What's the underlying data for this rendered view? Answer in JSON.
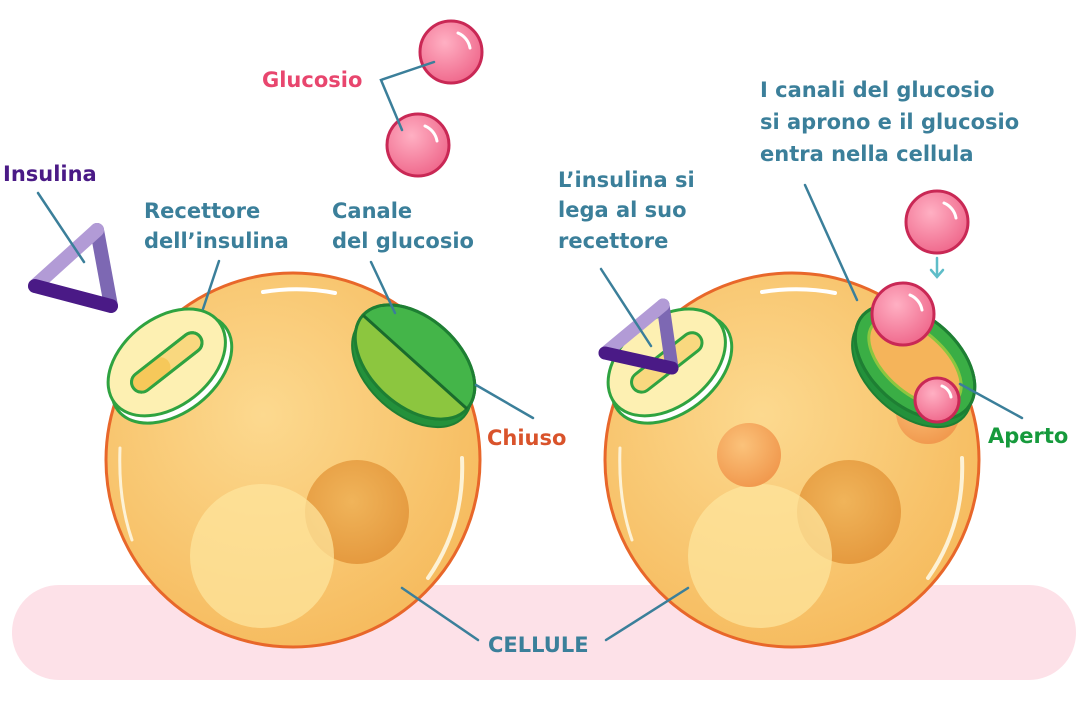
{
  "labels": {
    "glucose": "Glucosio",
    "insulin": "Insulina",
    "receptor_line1": "Recettore",
    "receptor_line2": "dell’insulina",
    "channel_line1": "Canale",
    "channel_line2": "del glucosio",
    "closed": "Chiuso",
    "binds_line1": "L’insulina si",
    "binds_line2": "lega al suo",
    "binds_line3": "recettore",
    "open_line1": "I canali del glucosio",
    "open_line2": "si aprono e il glucosio",
    "open_line3": "entra nella cellula",
    "open": "Aperto",
    "cells": "CELLULE"
  },
  "colors": {
    "label_blue": "#3b7f9a",
    "glucose_pink": "#e8466e",
    "insulin_purple": "#4a1a86",
    "closed_red": "#d9532b",
    "open_green": "#169a3c",
    "cell_fill": "#f9c46b",
    "cell_edge": "#e8672a",
    "ground": "#fde1e8"
  }
}
